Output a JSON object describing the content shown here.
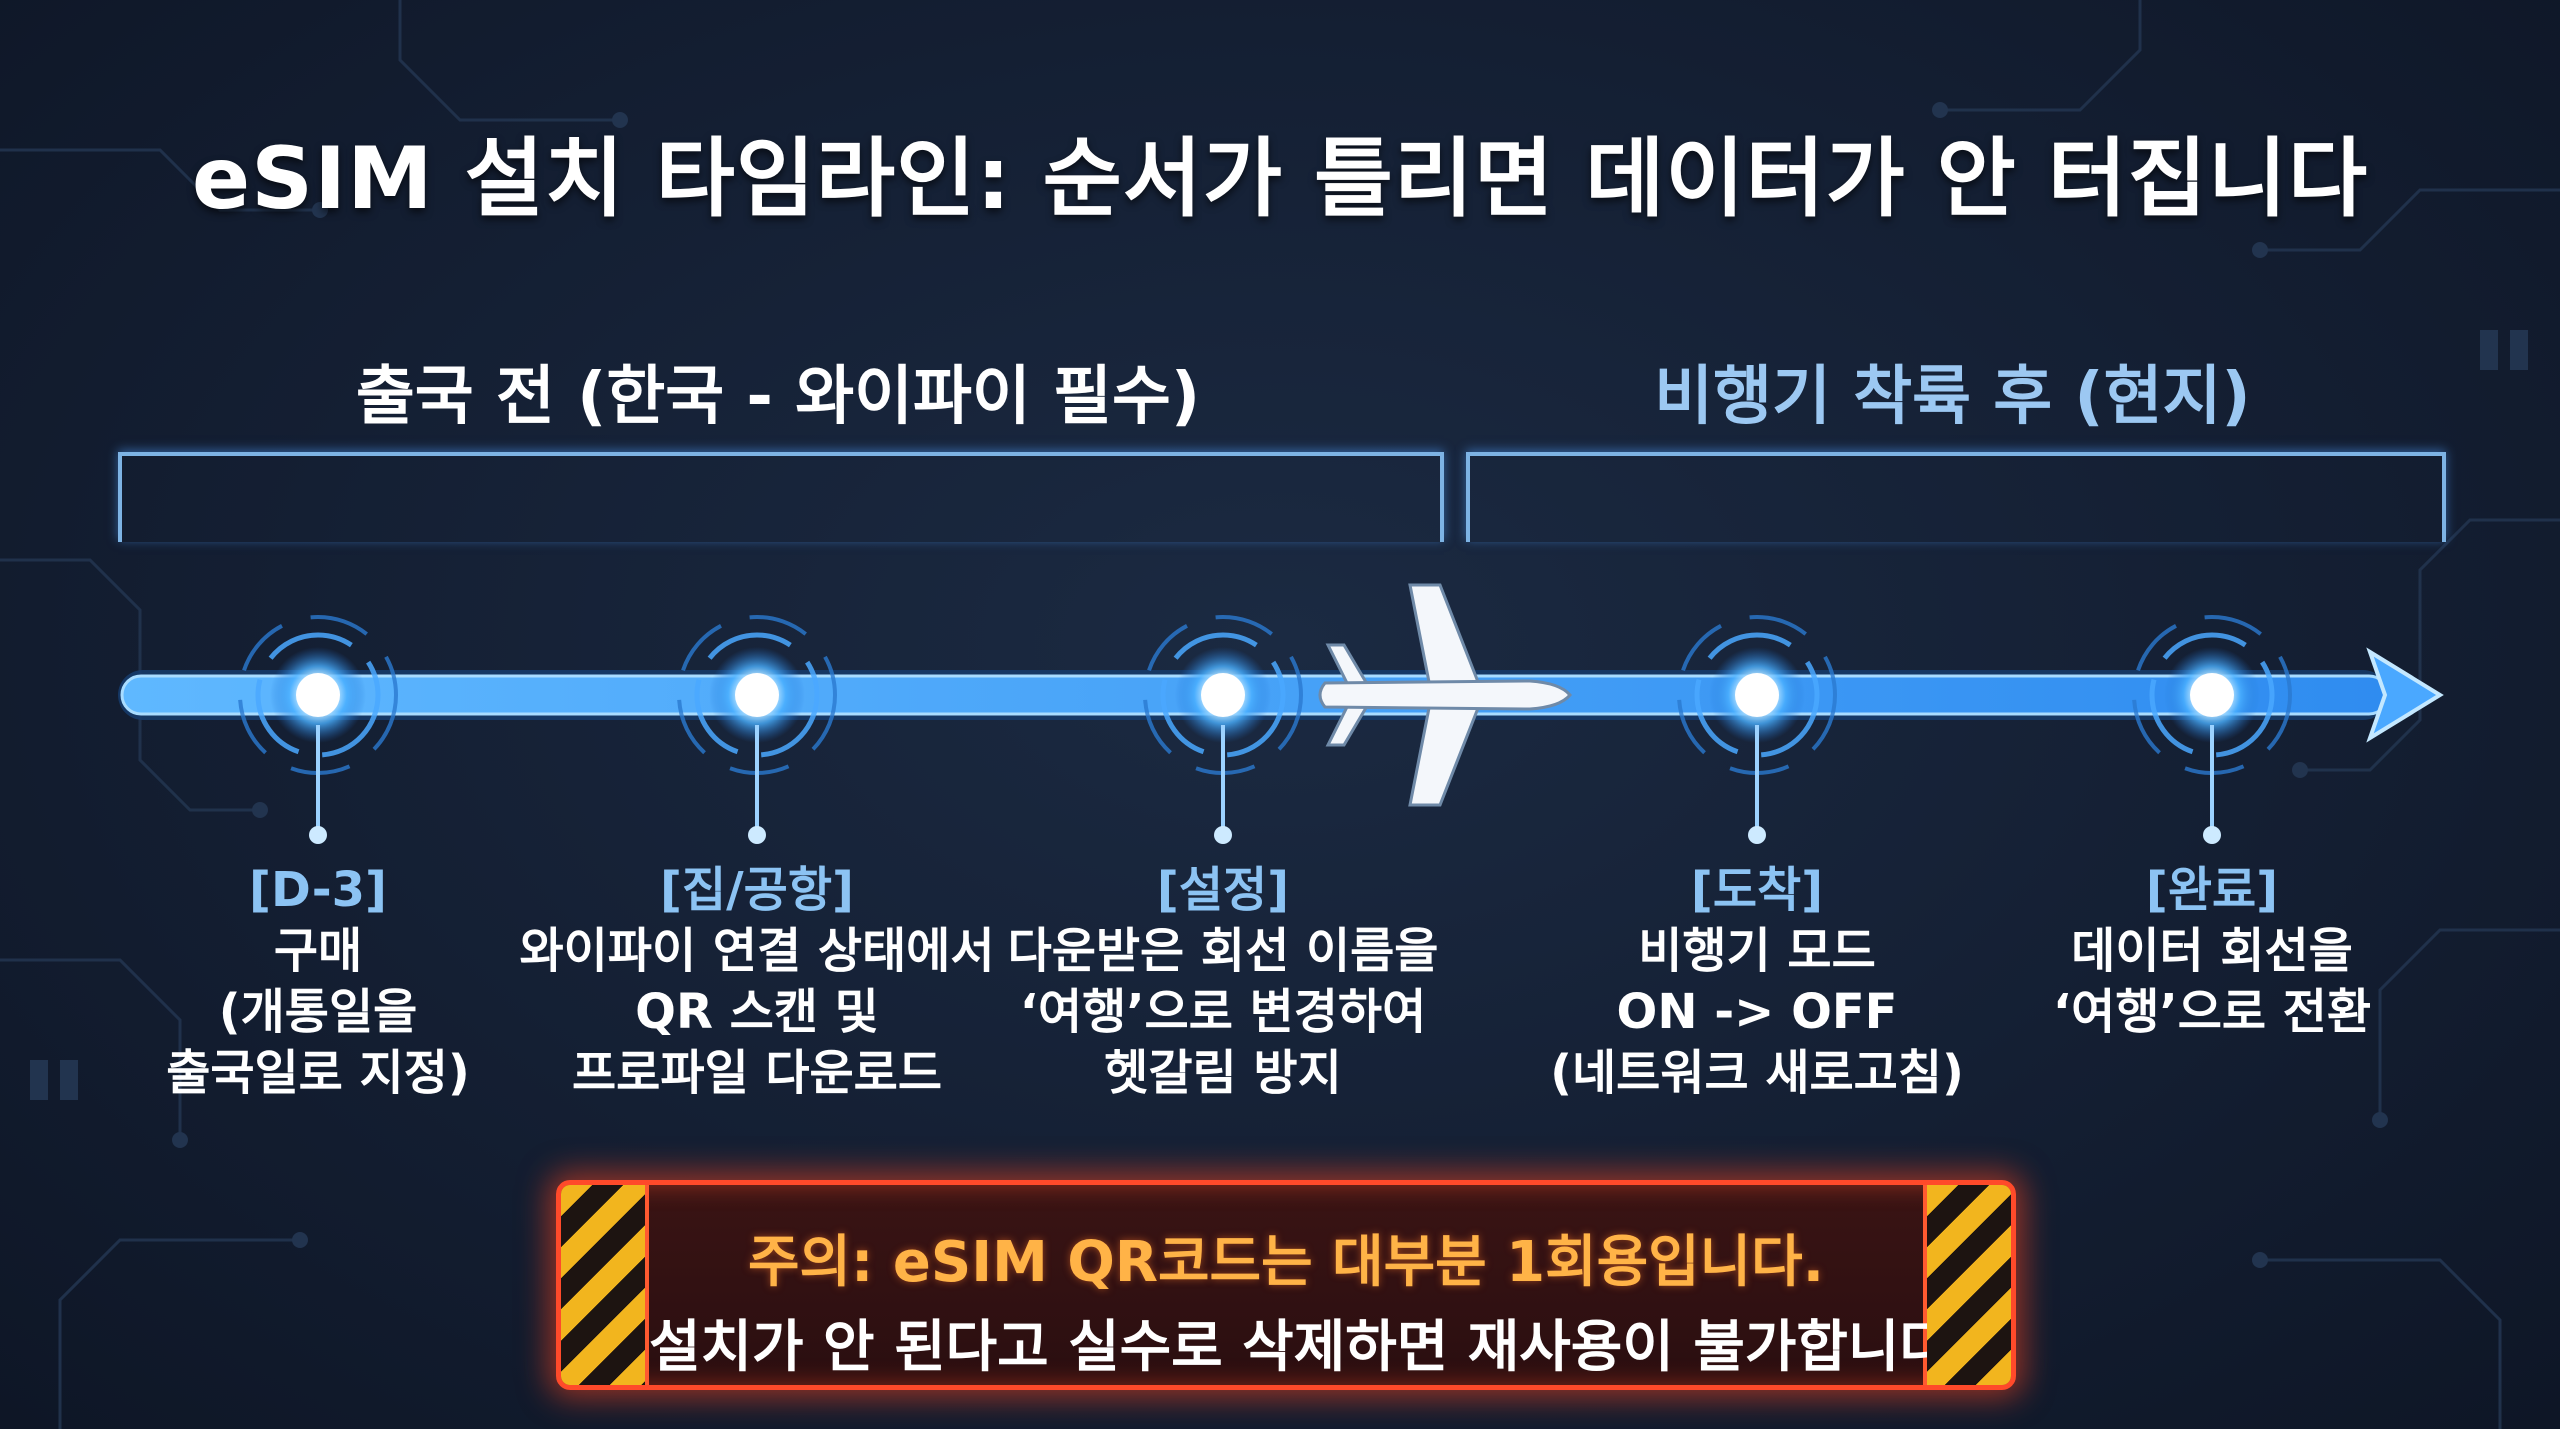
{
  "title": "eSIM 설치 타임라인: 순서가 틀리면 데이터가 안 터집니다",
  "phases": {
    "before": "출국 전 (한국 - 와이파이 필수)",
    "after": "비행기 착륙 후 (현지)"
  },
  "steps": [
    {
      "tag": "[D-3]",
      "lines": [
        "구매",
        "(개통일을",
        "출국일로 지정)"
      ]
    },
    {
      "tag": "[집/공항]",
      "lines": [
        "와이파이 연결 상태에서",
        "QR 스캔 및",
        "프로파일 다운로드"
      ]
    },
    {
      "tag": "[설정]",
      "lines": [
        "다운받은 회선 이름을",
        "‘여행’으로 변경하여",
        "헷갈림 방지"
      ]
    },
    {
      "tag": "[도착]",
      "lines": [
        "비행기 모드",
        "ON -> OFF",
        "(네트워크 새로고침)"
      ]
    },
    {
      "tag": "[완료]",
      "lines": [
        "데이터 회선을",
        "‘여행’으로 전환"
      ]
    }
  ],
  "warning": {
    "line1": "주의: eSIM QR코드는 대부분 1회용입니다.",
    "line2": "설치가 안 된다고 실수로 삭제하면 재사용이 불가합니다."
  },
  "icons": {
    "milestone": "glowing-node-icon",
    "transition": "airplane-icon",
    "direction": "arrow-head-icon",
    "warning": "hazard-stripes-icon"
  },
  "colors": {
    "background": "#141f33",
    "timeline": "#4aa8ff",
    "tag_text": "#8cc3f3",
    "warning_border": "#ff4a2a",
    "warning_text": "#ffb347"
  }
}
